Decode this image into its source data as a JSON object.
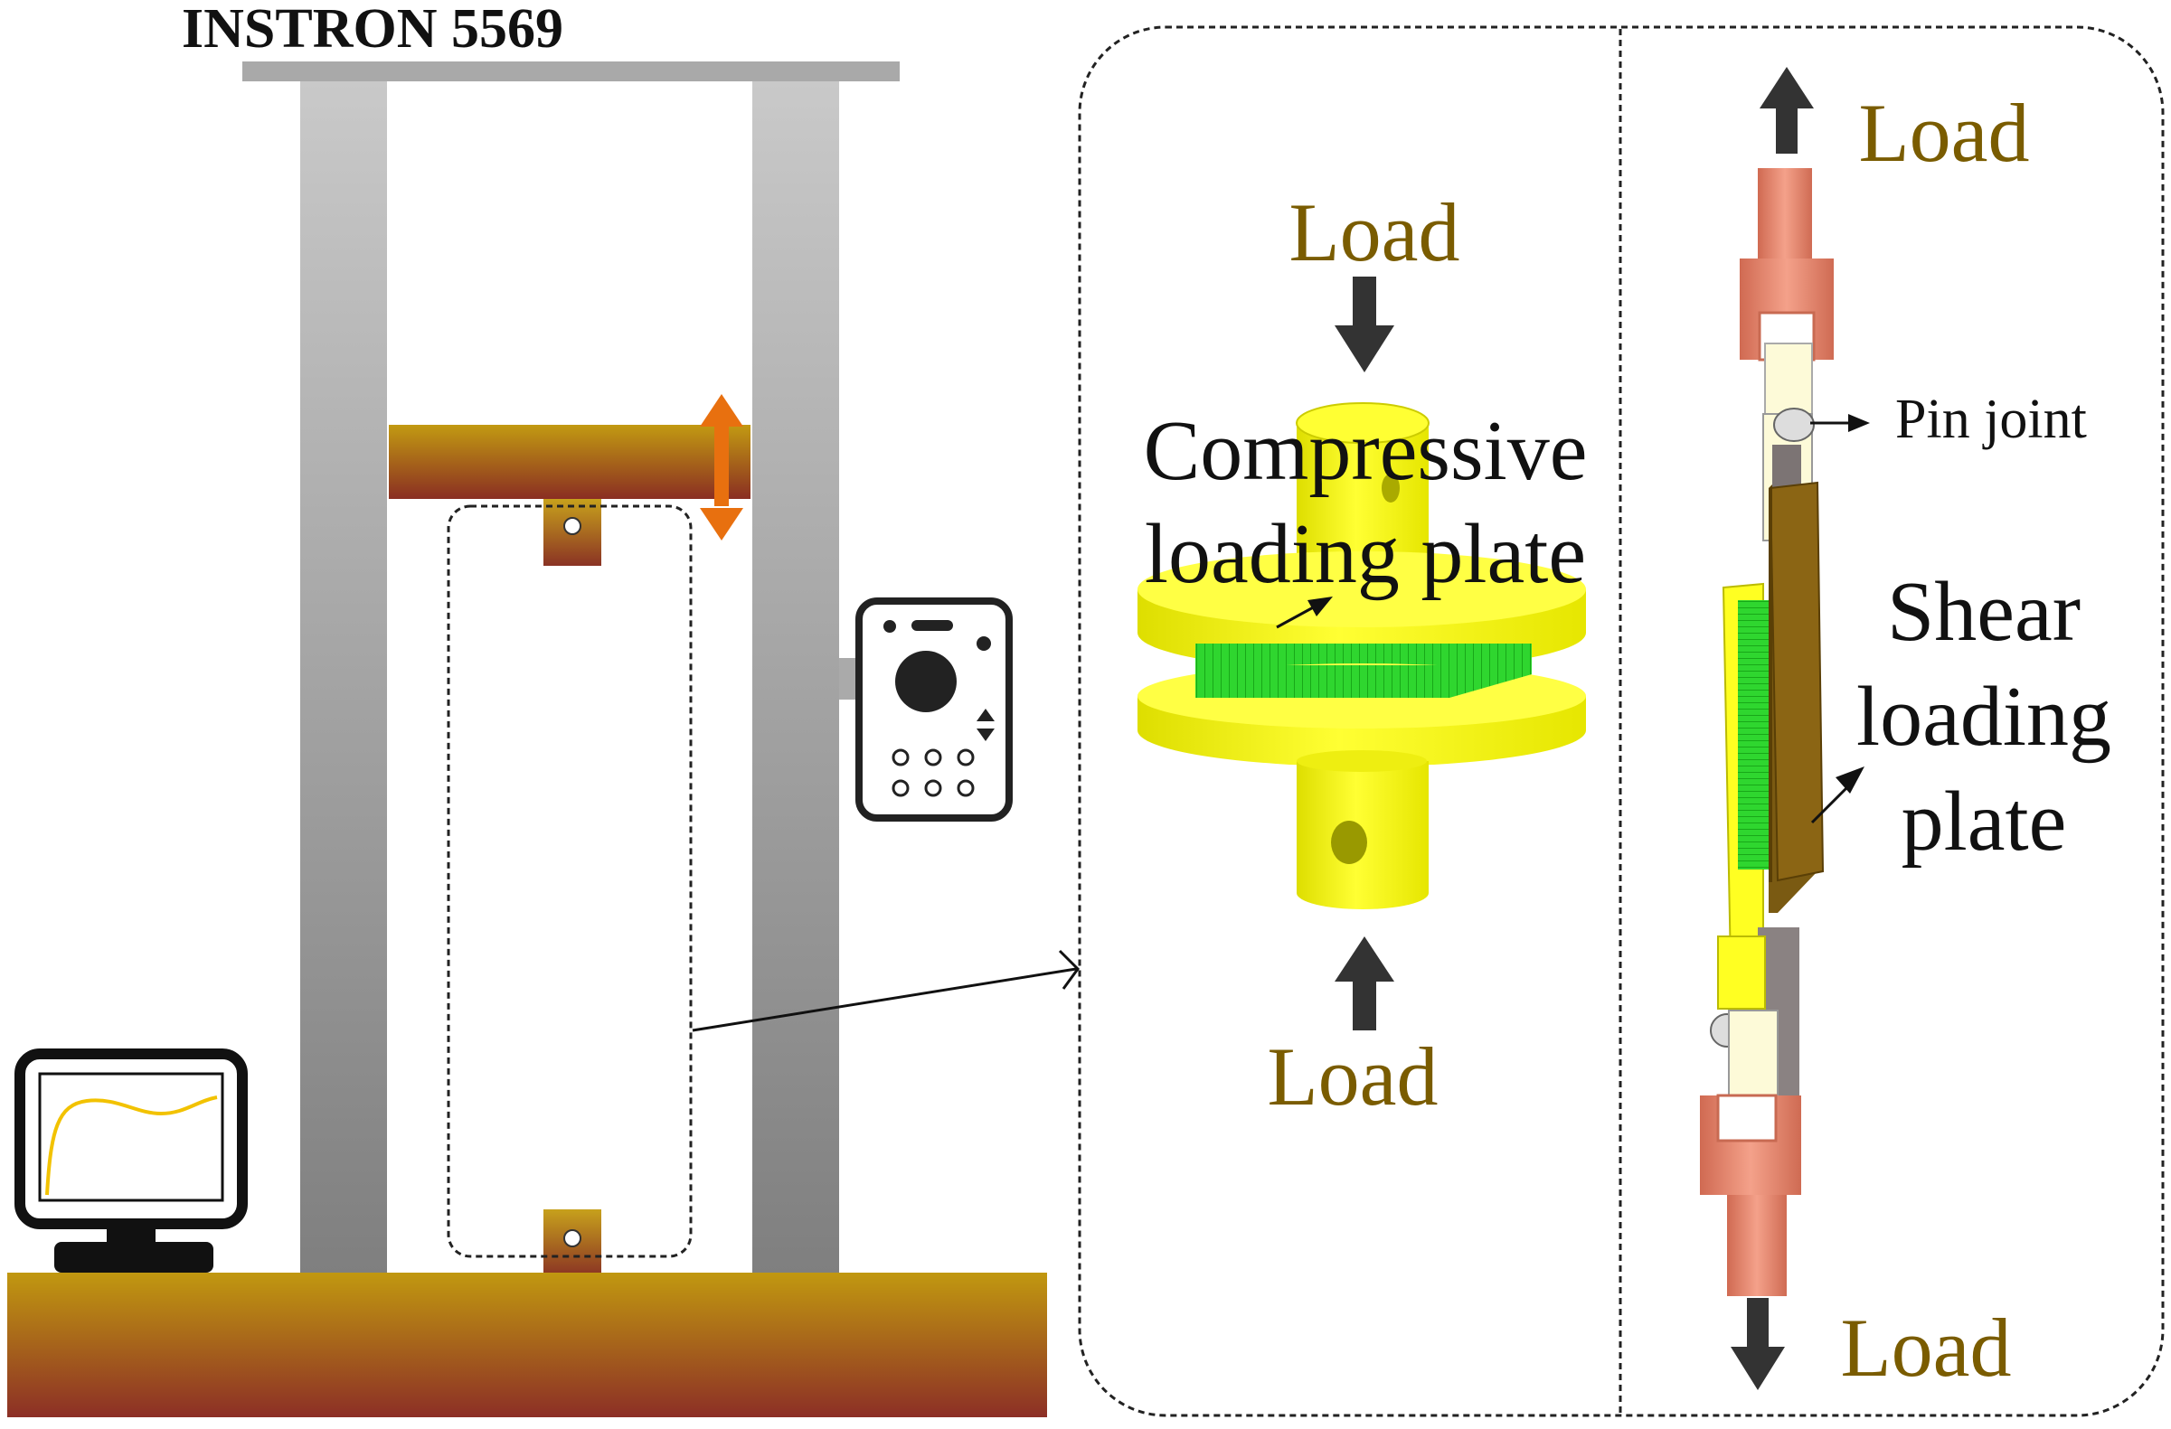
{
  "machine": {
    "title": "INSTRON 5569"
  },
  "compression": {
    "label_line1": "Compressive",
    "label_line2": "loading plate",
    "top_load": "Load",
    "bottom_load": "Load"
  },
  "shear": {
    "top_load": "Load",
    "bottom_load": "Load",
    "pin_label": "Pin joint",
    "label_line1": "Shear",
    "label_line2": "loading",
    "label_line3": "plate"
  },
  "colors": {
    "load_text": "#7a5c00",
    "frame_column": "#9a9a9a",
    "crosshead_top": "#b8930f",
    "crosshead_bottom": "#8a2e22",
    "arrow_accent": "#e8700f",
    "specimen_yellow": "#ffff22",
    "honeycomb_green": "#33dd33",
    "grip_copper": "#e88a70",
    "shear_plate_brown": "#7a5a12"
  },
  "icons": [
    "monitor-icon",
    "controller-icon",
    "up-down-arrow-icon"
  ]
}
